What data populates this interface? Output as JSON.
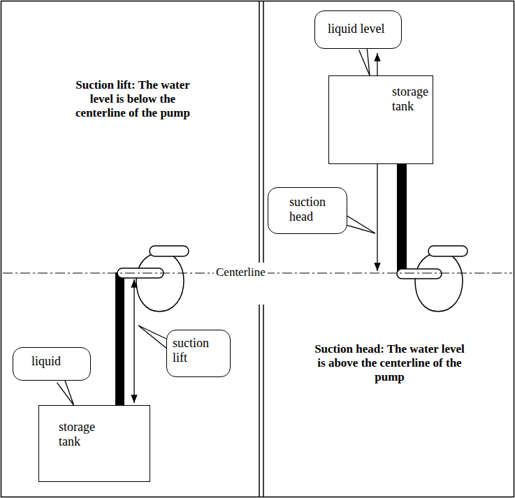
{
  "diagram": {
    "nodes": [
      {
        "text": [
          "liquid"
        ]
      },
      {
        "text": [
          "suction lift"
        ]
      },
      {
        "text": [
          "storage tank"
        ]
      },
      {
        "text": [
          "liquid level"
        ]
      },
      {
        "text": [
          "storage tank"
        ]
      },
      {
        "text": [
          "suction head"
        ]
      }
    ],
    "edges": [
      {
        "from": 0,
        "to": 2,
        "arrow": "none"
      },
      {
        "from": 3,
        "to": 4,
        "arrow": "none"
      }
    ],
    "labels": [
      "Suction lift: The water level is below the centerline of the pump",
      "Centerline",
      "Suction head: The water level is above the centerline of the pump"
    ]
  }
}
